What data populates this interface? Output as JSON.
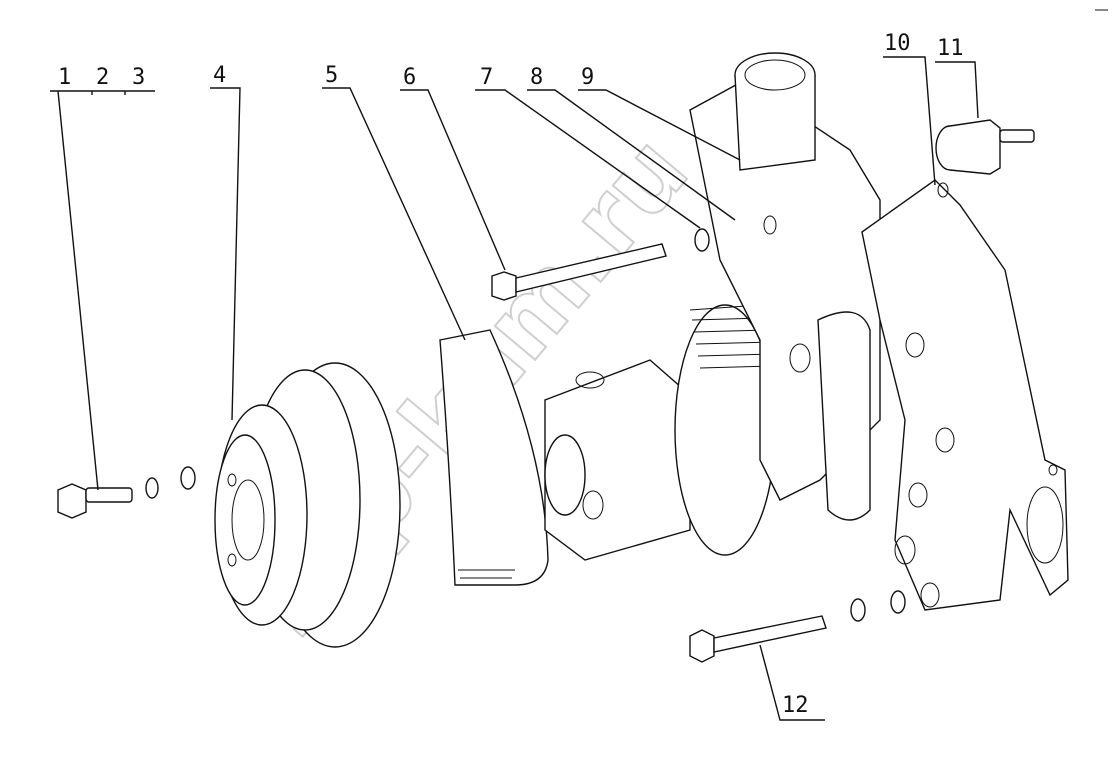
{
  "callouts": [
    "1",
    "2",
    "3",
    "4",
    "5",
    "6",
    "7",
    "8",
    "9",
    "10",
    "11",
    "12"
  ],
  "watermark": "zap-kam.ru",
  "colors": {
    "line": "#111111",
    "watermark": "#cfcfcf",
    "background": "#ffffff"
  }
}
